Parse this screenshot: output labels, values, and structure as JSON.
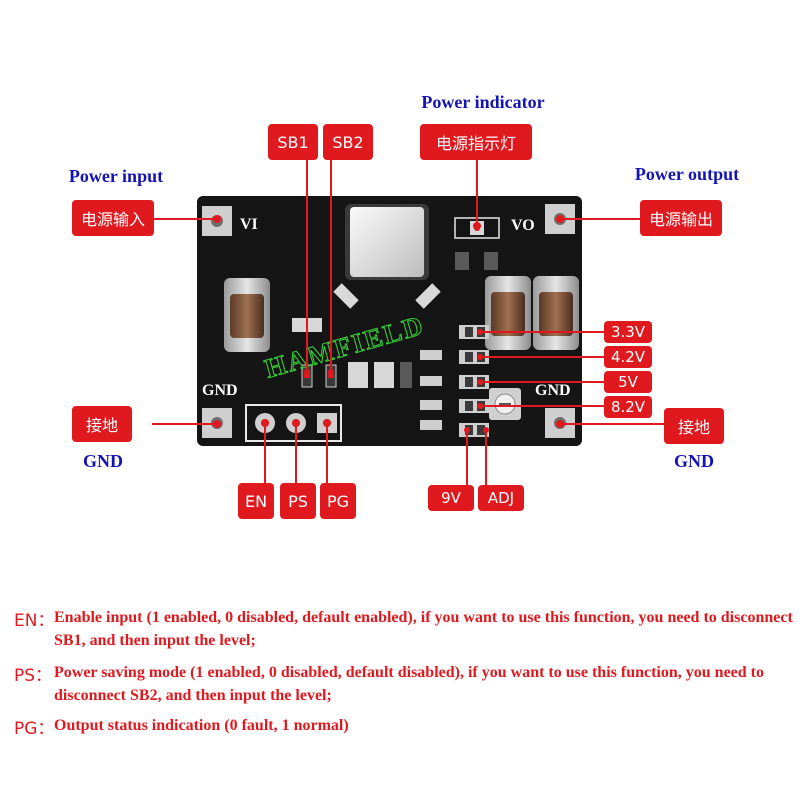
{
  "headings": {
    "power_indicator": "Power indicator",
    "power_input": "Power input",
    "power_output": "Power output",
    "gnd_left": "GND",
    "gnd_right": "GND"
  },
  "tags": {
    "sb1": "SB1",
    "sb2": "SB2",
    "indicator_cn": "电源指示灯",
    "input_cn": "电源输入",
    "output_cn": "电源输出",
    "ground_left_cn": "接地",
    "ground_right_cn": "接地",
    "en": "EN",
    "ps": "PS",
    "pg": "PG",
    "v3_3": "3.3V",
    "v4_2": "4.2V",
    "v5": "5V",
    "v8_2": "8.2V",
    "v9": "9V",
    "adj": "ADJ"
  },
  "board": {
    "silk_vi": "VI",
    "silk_vo": "VO",
    "silk_gnd_left": "GND",
    "silk_gnd_right": "GND",
    "watermark": "HAMFIELD"
  },
  "notes": [
    {
      "key": "EN：",
      "text": "Enable input (1 enabled, 0 disabled, default enabled), if you want to use this function, you need to disconnect SB1, and then input the level;"
    },
    {
      "key": "PS：",
      "text": "Power saving mode (1 enabled, 0 disabled, default disabled), if you want to use this function, you need to disconnect SB2, and then input the level;"
    },
    {
      "key": "PG：",
      "text": "Output status indication (0 fault, 1 normal)"
    }
  ],
  "colors": {
    "label_red": "#e0191e",
    "heading_blue": "#1414b4",
    "pcb": "#151515"
  }
}
